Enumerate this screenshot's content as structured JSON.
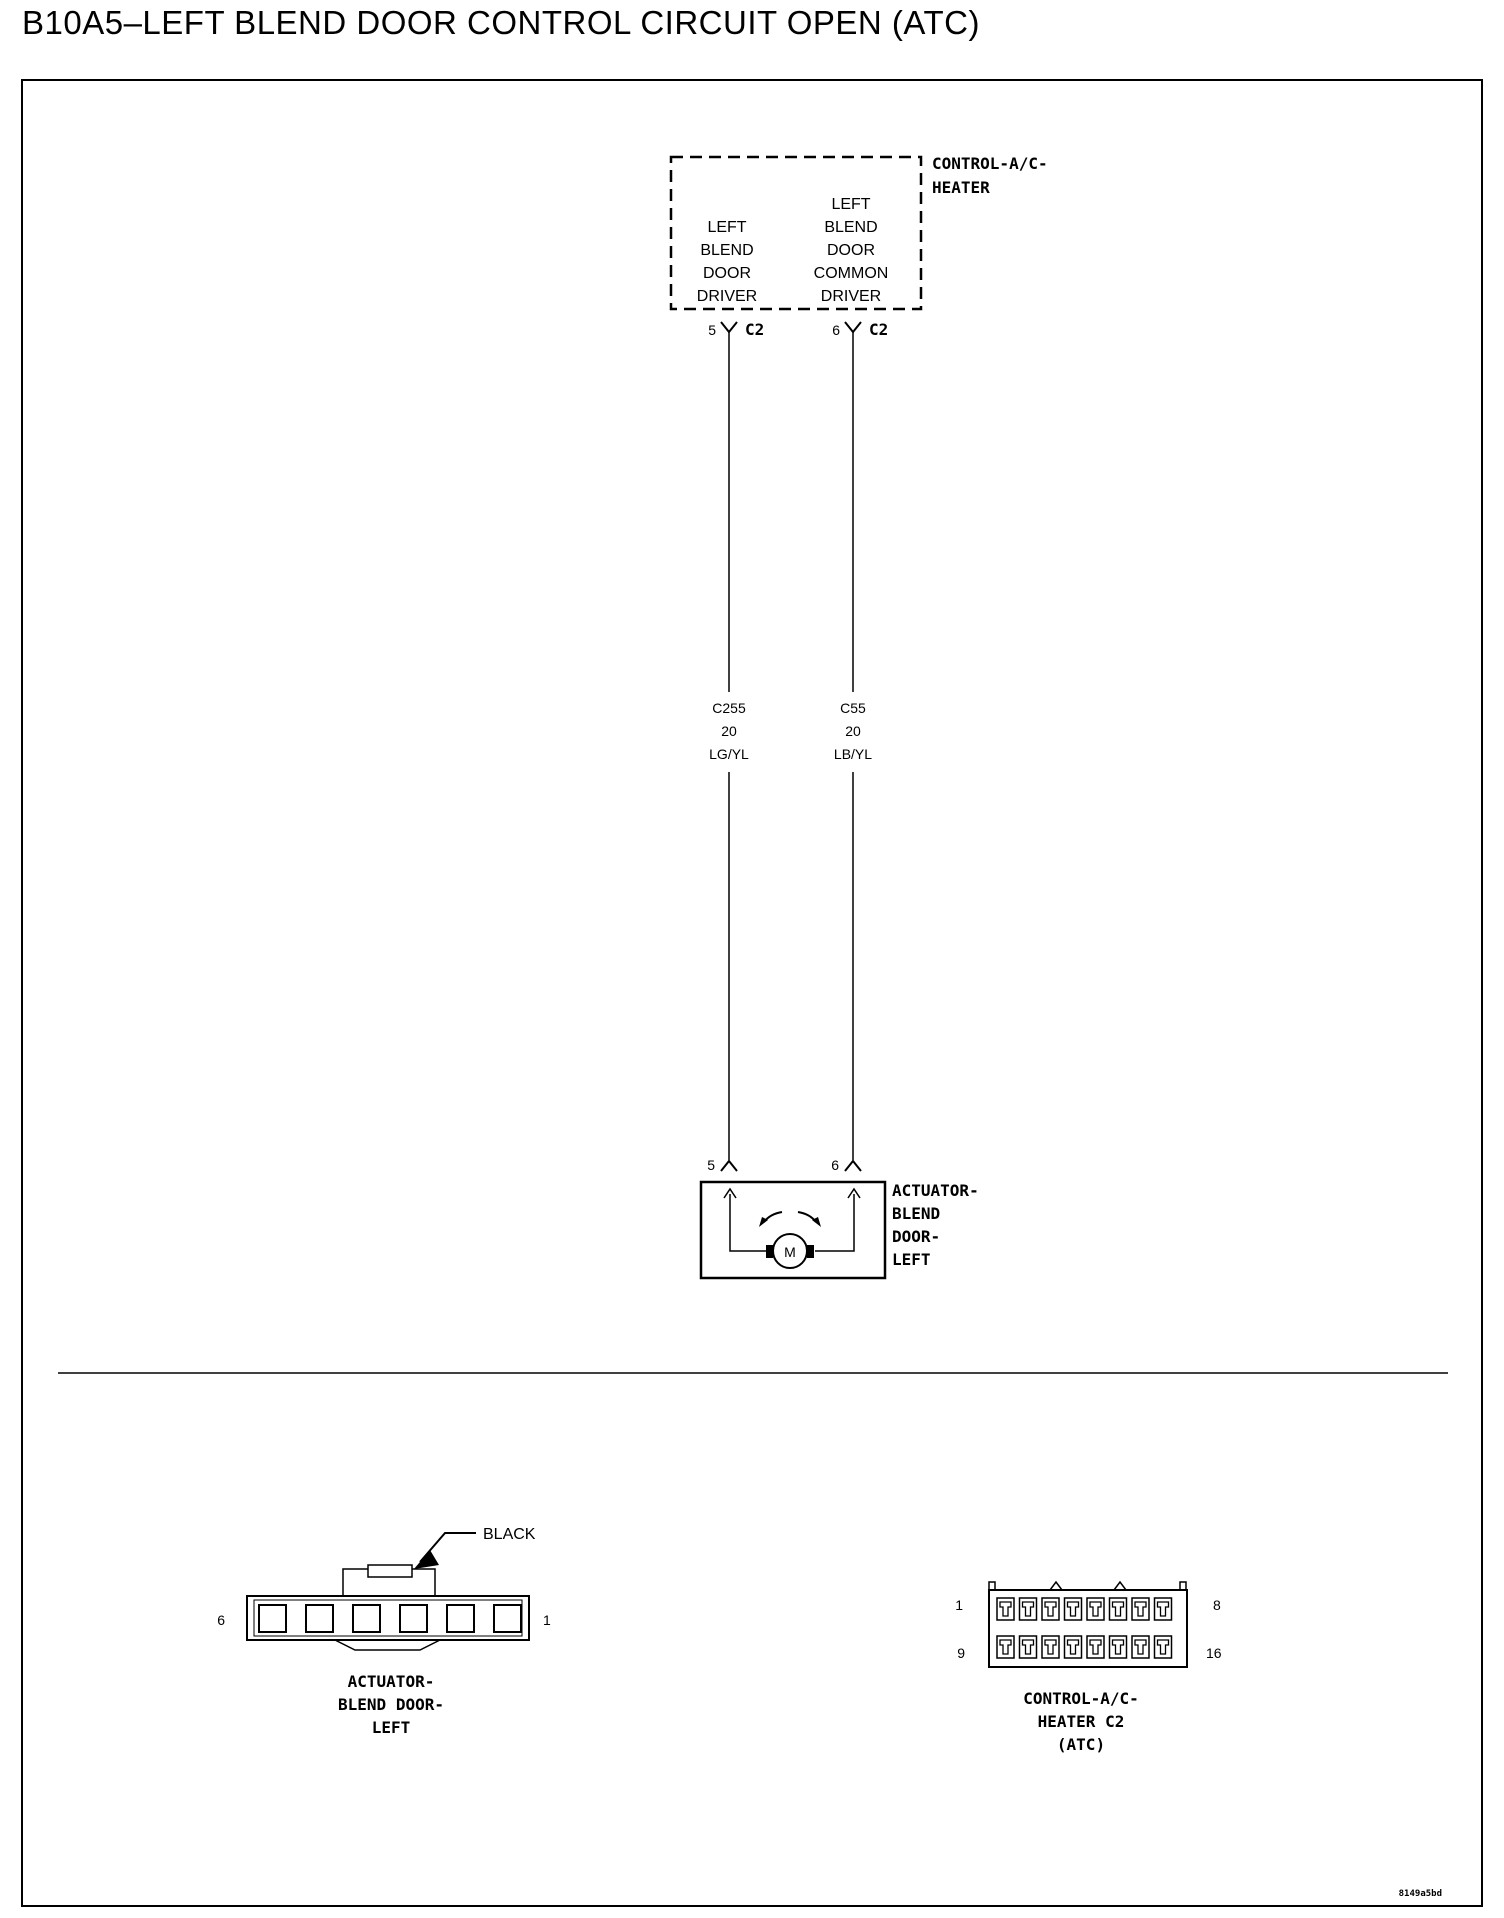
{
  "title": "B10A5–LEFT BLEND DOOR CONTROL CIRCUIT OPEN (ATC)",
  "module": {
    "name_line1": "CONTROL-A/C-",
    "name_line2": "HEATER",
    "pin1": {
      "label_lines": [
        "LEFT",
        "BLEND",
        "DOOR",
        "DRIVER"
      ],
      "pin": "5",
      "connector": "C2"
    },
    "pin2": {
      "label_lines": [
        "LEFT",
        "BLEND",
        "DOOR",
        "COMMON",
        "DRIVER"
      ],
      "pin": "6",
      "connector": "C2"
    }
  },
  "wires": [
    {
      "circuit": "C255",
      "gauge": "20",
      "color": "LG/YL"
    },
    {
      "circuit": "C55",
      "gauge": "20",
      "color": "LB/YL"
    }
  ],
  "actuator": {
    "pin_left": "5",
    "pin_right": "6",
    "motor_label": "M",
    "name_lines": [
      "ACTUATOR-",
      "BLEND",
      "DOOR-",
      "LEFT"
    ]
  },
  "connector_views": {
    "actuator_connector": {
      "color_label": "BLACK",
      "pin_left": "6",
      "pin_right": "1",
      "name_lines": [
        "ACTUATOR-",
        "BLEND DOOR-",
        "LEFT"
      ]
    },
    "module_connector": {
      "pin_top_left": "1",
      "pin_top_right": "8",
      "pin_bottom_left": "9",
      "pin_bottom_right": "16",
      "name_lines": [
        "CONTROL-A/C-",
        "HEATER C2",
        "(ATC)"
      ]
    }
  },
  "figure_code": "8149a5bd"
}
